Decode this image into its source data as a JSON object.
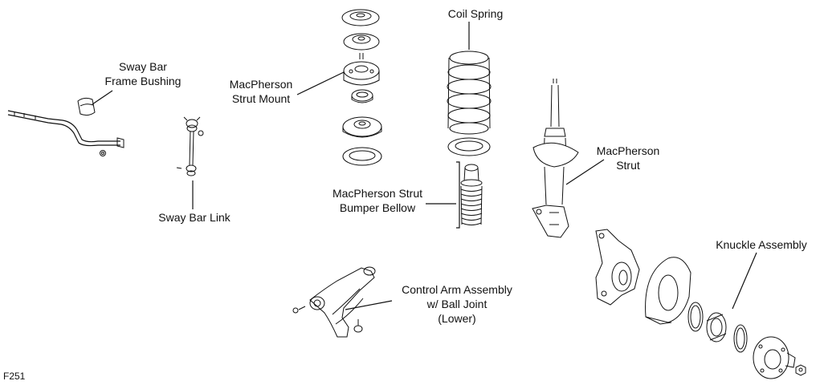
{
  "figure_id": "F251",
  "labels": {
    "sway_bar_bushing": [
      "Sway Bar",
      "Frame Bushing"
    ],
    "sway_bar_link": "Sway Bar Link",
    "strut_mount": [
      "MacPherson",
      "Strut Mount"
    ],
    "coil_spring": "Coil Spring",
    "bumper_bellow": [
      "MacPherson Strut",
      "Bumper Bellow"
    ],
    "strut": [
      "MacPherson",
      "Strut"
    ],
    "knuckle_assembly": "Knuckle Assembly",
    "control_arm": [
      "Control Arm Assembly",
      "w/ Ball Joint",
      "(Lower)"
    ]
  },
  "line_color": "#000000"
}
